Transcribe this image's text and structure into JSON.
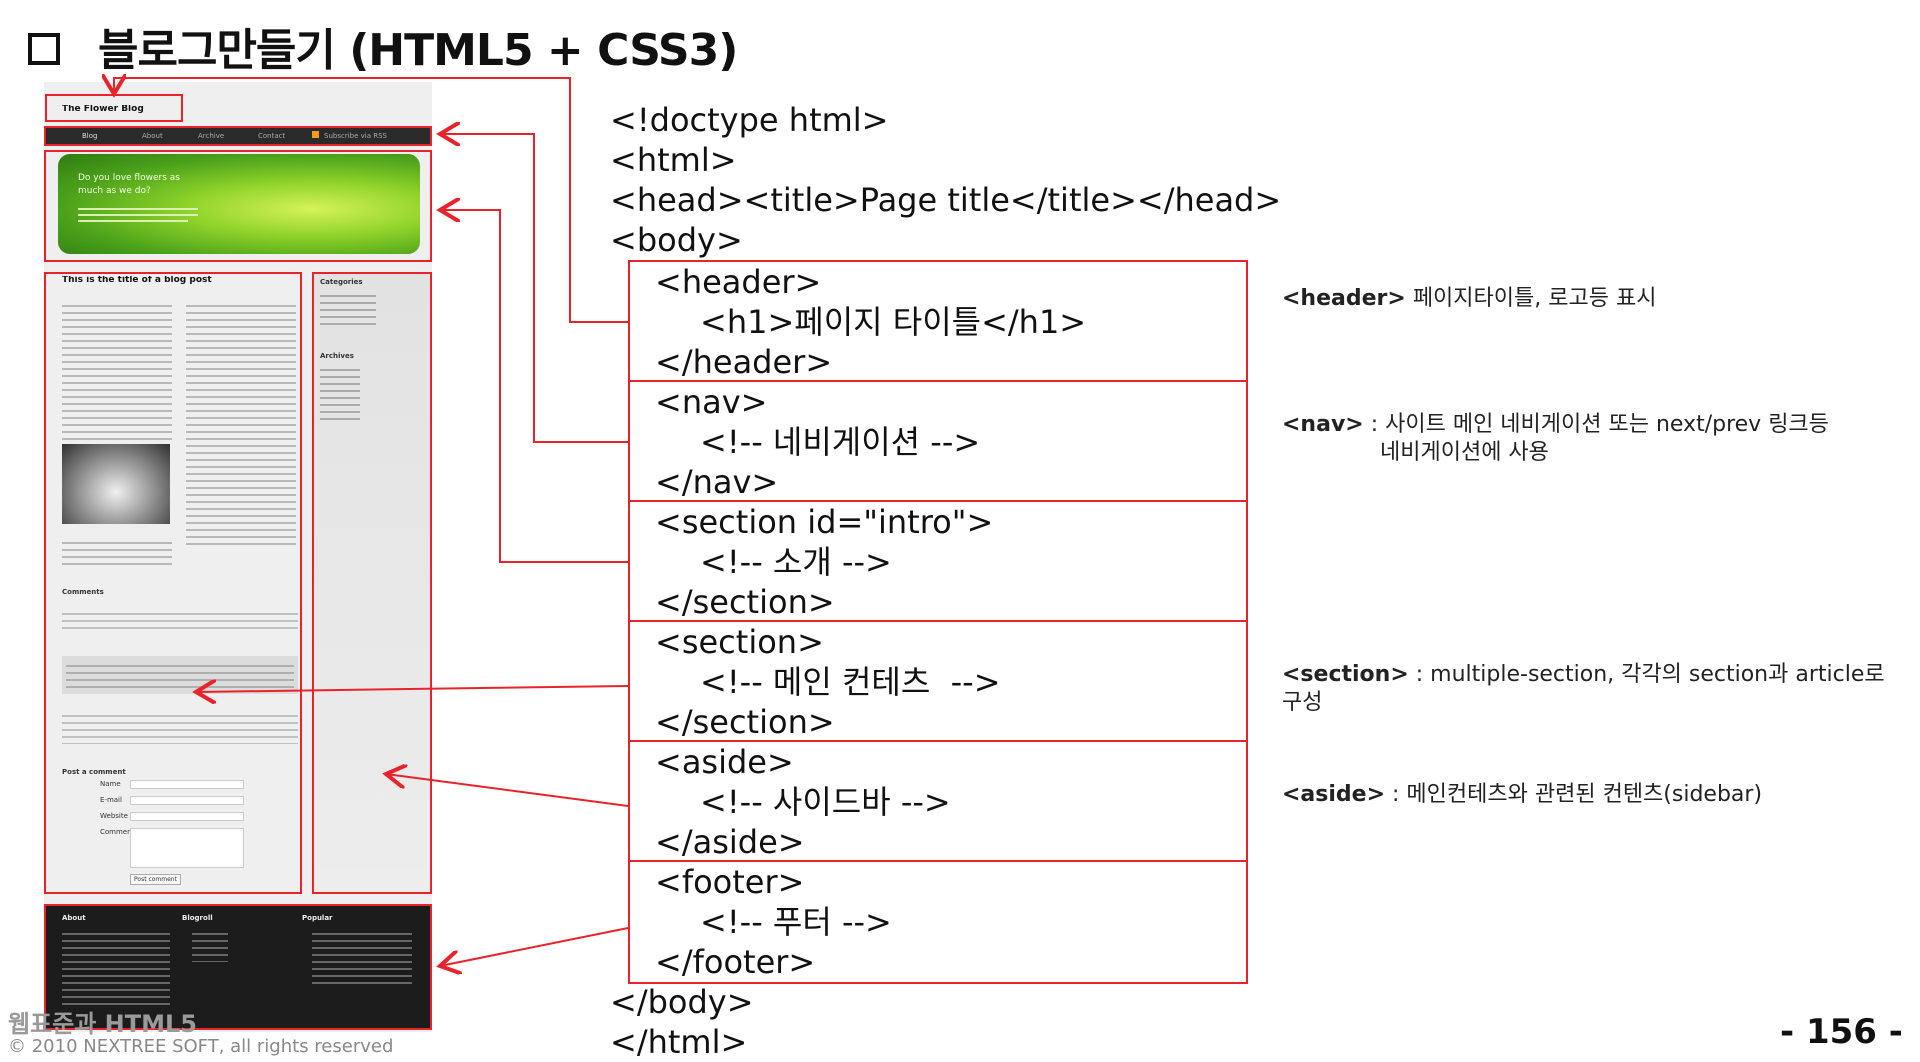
{
  "title": "블로그만들기 (HTML5 + CSS3)",
  "code": {
    "l1": "<!doctype html>",
    "l2": "<html>",
    "l3": "<head><title>Page title</title></head>",
    "l4": "<body>",
    "header_open": "<header>",
    "header_h1": "<h1>페이지 타이틀</h1>",
    "header_close": "</header>",
    "nav_open": "<nav>",
    "nav_comment": "<!-- 네비게이션 -->",
    "nav_close": "</nav>",
    "intro_open": "<section id=\"intro\">",
    "intro_comment": "<!-- 소개 -->",
    "intro_close": "</section>",
    "main_open": "<section>",
    "main_comment": "<!-- 메인 컨테츠  -->",
    "main_close": "</section>",
    "aside_open": "<aside>",
    "aside_comment": "<!-- 사이드바 -->",
    "aside_close": "</aside>",
    "footer_open": "<footer>",
    "footer_comment": "<!-- 푸터 -->",
    "footer_close": "</footer>",
    "body_close": "</body>",
    "html_close": "</html>"
  },
  "descriptions": {
    "header_tag": "<header>",
    "header_text": " 페이지타이틀, 로고등 표시",
    "nav_tag": "<nav>",
    "nav_text": " : 사이트 메인 네비게이션 또는 next/prev 링크등",
    "nav_text2": "네비게이션에 사용",
    "section_tag": "<section>",
    "section_text": " : multiple-section, 각각의 section과 article로",
    "section_text2": "구성",
    "aside_tag": "<aside>",
    "aside_text": " : 메인컨테츠와 관련된 컨텐츠(sidebar)"
  },
  "thumbnail": {
    "blog_title": "The Flower Blog",
    "nav_items": [
      "Blog",
      "About",
      "Archive",
      "Contact",
      "Subscribe via RSS"
    ],
    "intro_heading": "Do you love flowers as much as we do?",
    "post_title": "This is the title of a blog post",
    "sidebar_categories": "Categories",
    "sidebar_archives": "Archives",
    "comments": "Comments",
    "post_comment": "Post a comment",
    "form_labels": [
      "Name",
      "E-mail",
      "Website",
      "Comment"
    ],
    "submit": "Post comment",
    "footer_cols": [
      "About",
      "Blogroll",
      "Popular"
    ]
  },
  "footer": {
    "left": "웹표준과 HTML5",
    "copyright": "© 2010 NEXTREE SOFT, all rights reserved"
  },
  "page_number": "- 156 -",
  "colors": {
    "accent": "#e8232b",
    "footer_bg": "#1c1c1c",
    "intro_green": "#6bbf1f"
  }
}
